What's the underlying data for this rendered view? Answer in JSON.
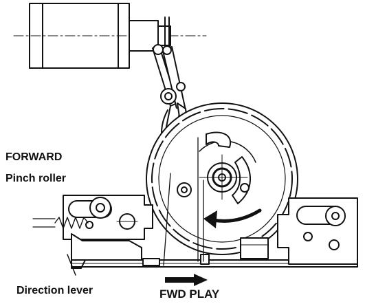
{
  "labels": {
    "forward": "FORWARD",
    "pinch_roller": "Pinch roller",
    "direction_lever": "Direction lever",
    "fwd_play": "FWD PLAY"
  },
  "colors": {
    "ink": "#111111",
    "paper": "#ffffff"
  },
  "icons": {
    "play_direction": "arrow-right-icon",
    "rotation": "curved-arrow-icon",
    "spring": "coil-spring-icon"
  }
}
